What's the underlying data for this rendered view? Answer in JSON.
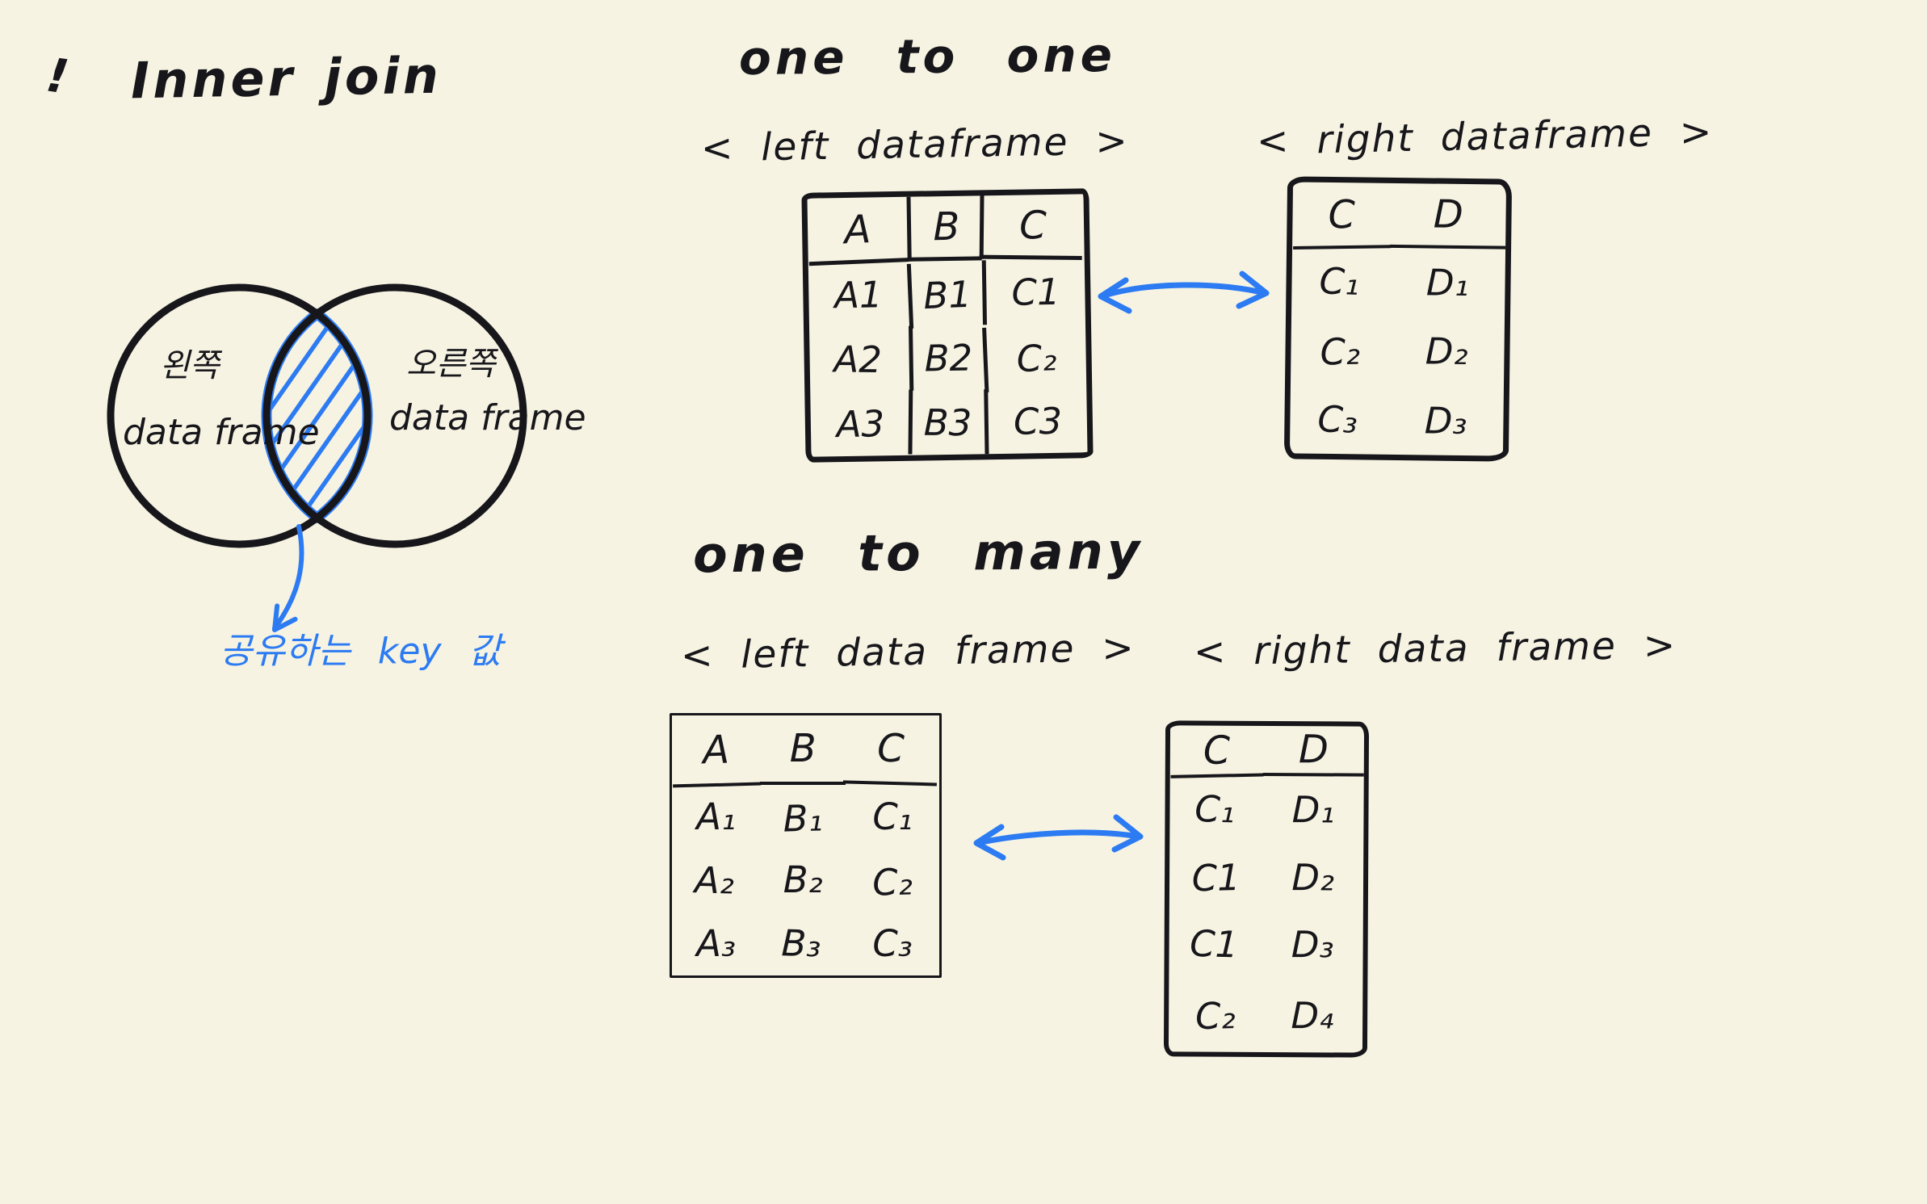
{
  "palette": {
    "background": "#F6F3E3",
    "ink": "#17161A",
    "blue": "#2C7BF2"
  },
  "title": {
    "marker": "!",
    "text": "Inner join"
  },
  "venn": {
    "left_circle": {
      "label_ko": "왼쪽",
      "label_en": "data frame"
    },
    "right_circle": {
      "label_ko": "오른쪽",
      "label_en": "data frame"
    },
    "annotation": "공유하는  key 값",
    "annotation_meaning": "shared key value",
    "intersection_style": "blue diagonal hatching"
  },
  "one_to_one": {
    "heading": "one to one",
    "left_label": "< left dataframe >",
    "right_label": "< right dataframe >",
    "left_table": {
      "headers": [
        "A",
        "B",
        "C"
      ],
      "rows": [
        [
          "A1",
          "B1",
          "C1"
        ],
        [
          "A2",
          "B2",
          "C₂"
        ],
        [
          "A3",
          "B3",
          "C3"
        ]
      ]
    },
    "right_table": {
      "headers": [
        "C",
        "D"
      ],
      "rows": [
        [
          "C₁",
          "D₁"
        ],
        [
          "C₂",
          "D₂"
        ],
        [
          "C₃",
          "D₃"
        ]
      ]
    }
  },
  "one_to_many": {
    "heading": "one to many",
    "left_label": "< left data frame >",
    "right_label": "< right data frame >",
    "left_table": {
      "headers": [
        "A",
        "B",
        "C"
      ],
      "rows": [
        [
          "A₁",
          "B₁",
          "C₁"
        ],
        [
          "A₂",
          "B₂",
          "C₂"
        ],
        [
          "A₃",
          "B₃",
          "C₃"
        ]
      ]
    },
    "right_table": {
      "headers": [
        "C",
        "D"
      ],
      "rows": [
        [
          "C₁",
          "D₁"
        ],
        [
          "C1",
          "D₂"
        ],
        [
          "C1",
          "D₃"
        ],
        [
          "C₂",
          "D₄"
        ]
      ]
    }
  }
}
